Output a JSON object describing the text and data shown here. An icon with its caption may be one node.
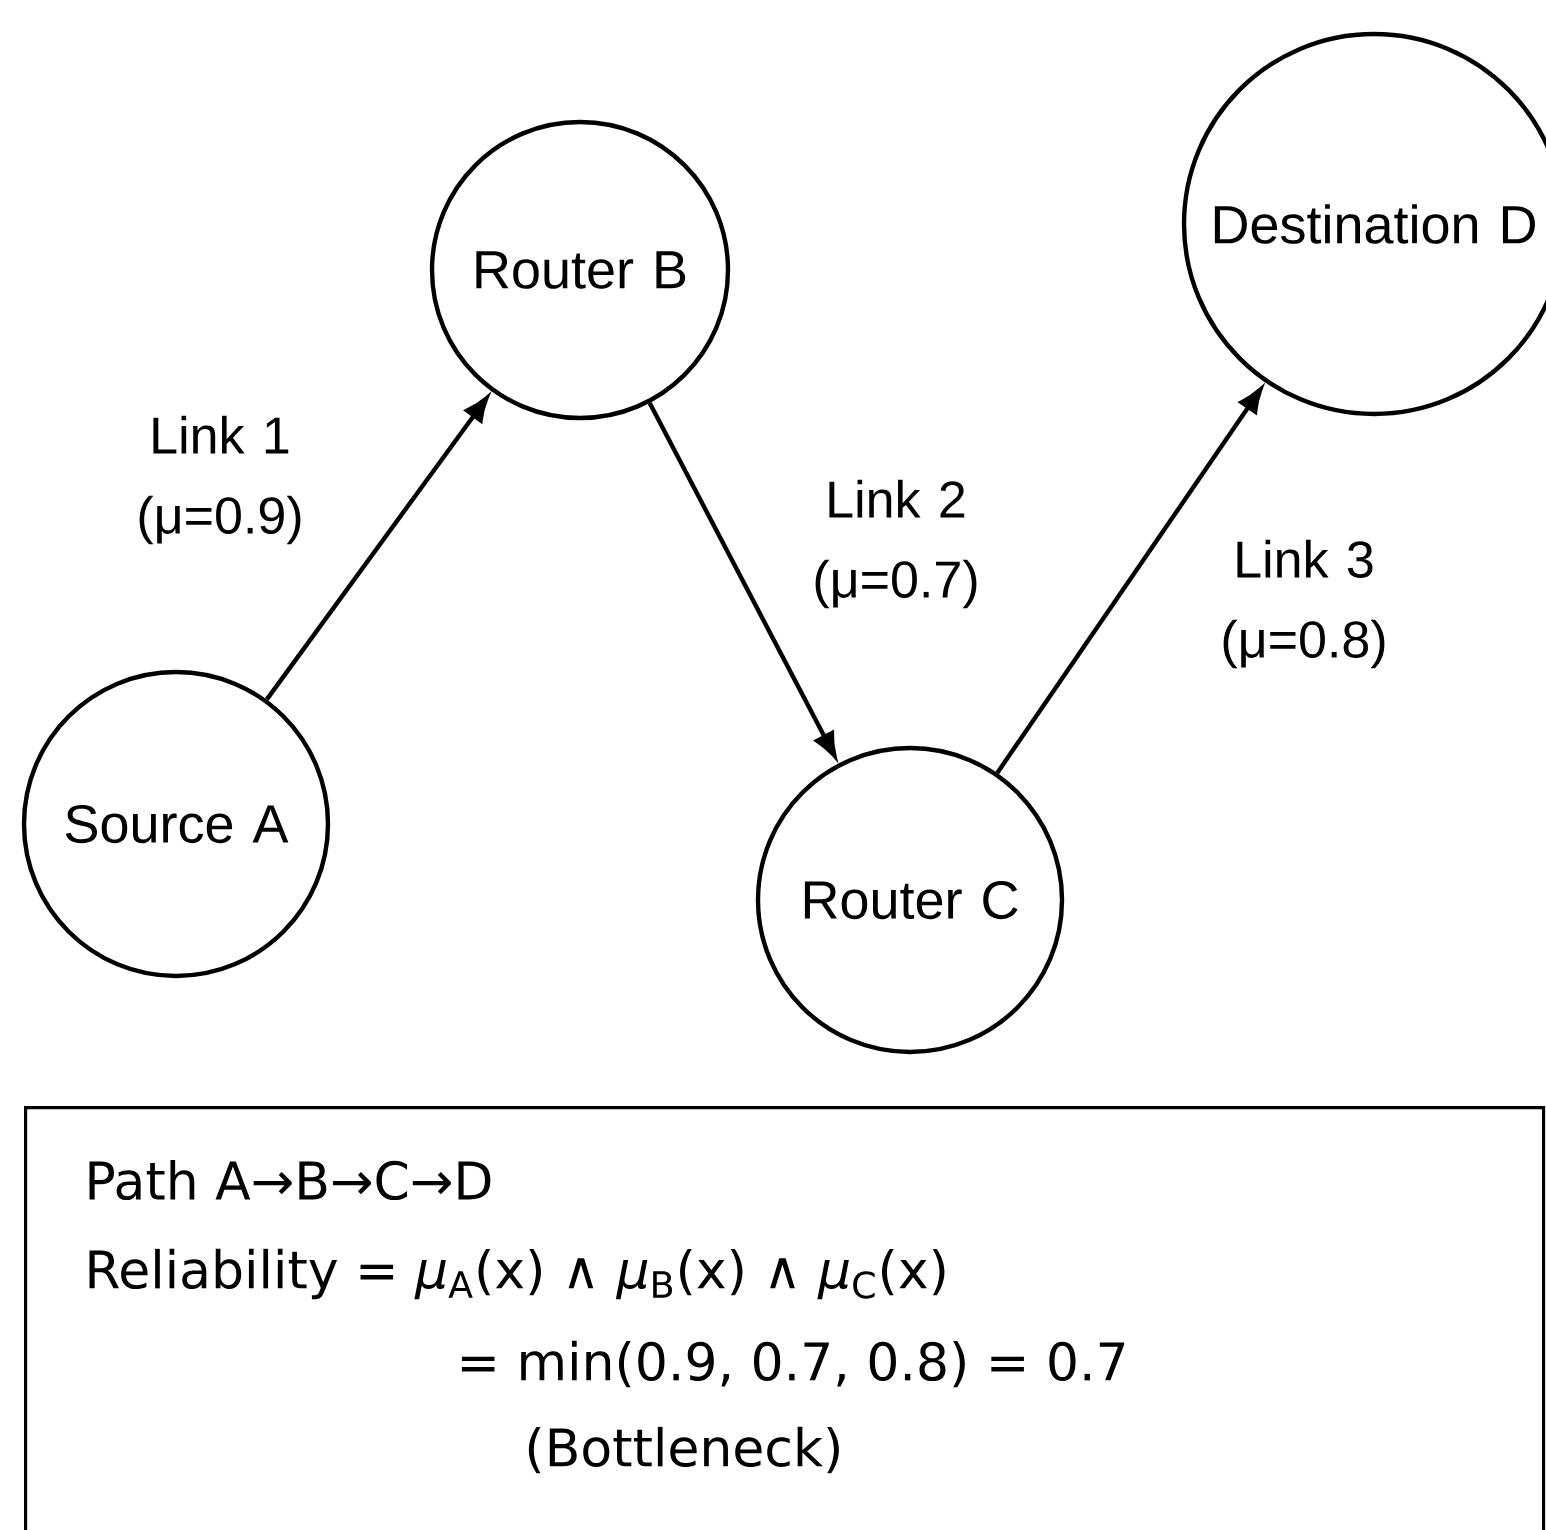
{
  "diagram": {
    "nodes": [
      {
        "text": [
          "Source A"
        ]
      },
      {
        "text": [
          "Router B"
        ]
      },
      {
        "text": [
          "Router C"
        ]
      },
      {
        "text": [
          "Destination D"
        ]
      },
      {
        "text": [
          "Path A→B→C→D",
          "Reliability = *μ*$_{A}$(x) ∧ *μ*$_{B}$(x) ∧ *μ*$_{C}$(x)",
          "= min(0.9, 0.7, 0.8) = 0.7",
          "(Bottleneck)"
        ]
      }
    ],
    "edges": [
      {
        "from": 0,
        "to": 1,
        "arrow": "to",
        "label": "Link 1 (μ=0.9)"
      },
      {
        "from": 1,
        "to": 2,
        "arrow": "to",
        "label": "Link 2 (μ=0.7)"
      },
      {
        "from": 2,
        "to": 3,
        "arrow": "to",
        "label": "Link 3 (μ=0.8)"
      }
    ]
  }
}
